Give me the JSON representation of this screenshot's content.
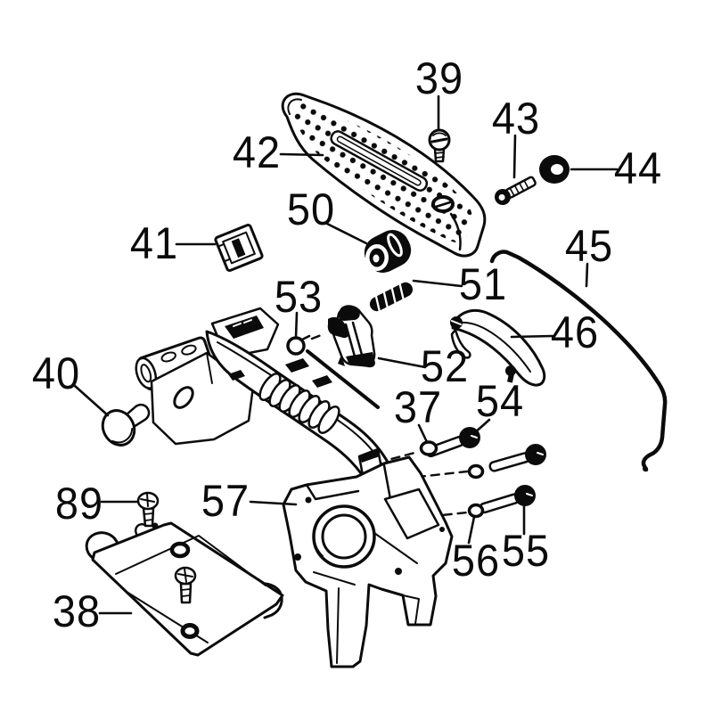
{
  "diagram": {
    "type": "exploded-parts-diagram",
    "background_color": "#ffffff",
    "ink_color": "#0b0b0b",
    "parts": [
      {
        "number": "37"
      },
      {
        "number": "38"
      },
      {
        "number": "39"
      },
      {
        "number": "40"
      },
      {
        "number": "41"
      },
      {
        "number": "42"
      },
      {
        "number": "43"
      },
      {
        "number": "44"
      },
      {
        "number": "45"
      },
      {
        "number": "46"
      },
      {
        "number": "50"
      },
      {
        "number": "51"
      },
      {
        "number": "52"
      },
      {
        "number": "53"
      },
      {
        "number": "54"
      },
      {
        "number": "55"
      },
      {
        "number": "56"
      },
      {
        "number": "57"
      },
      {
        "number": "89"
      }
    ]
  }
}
